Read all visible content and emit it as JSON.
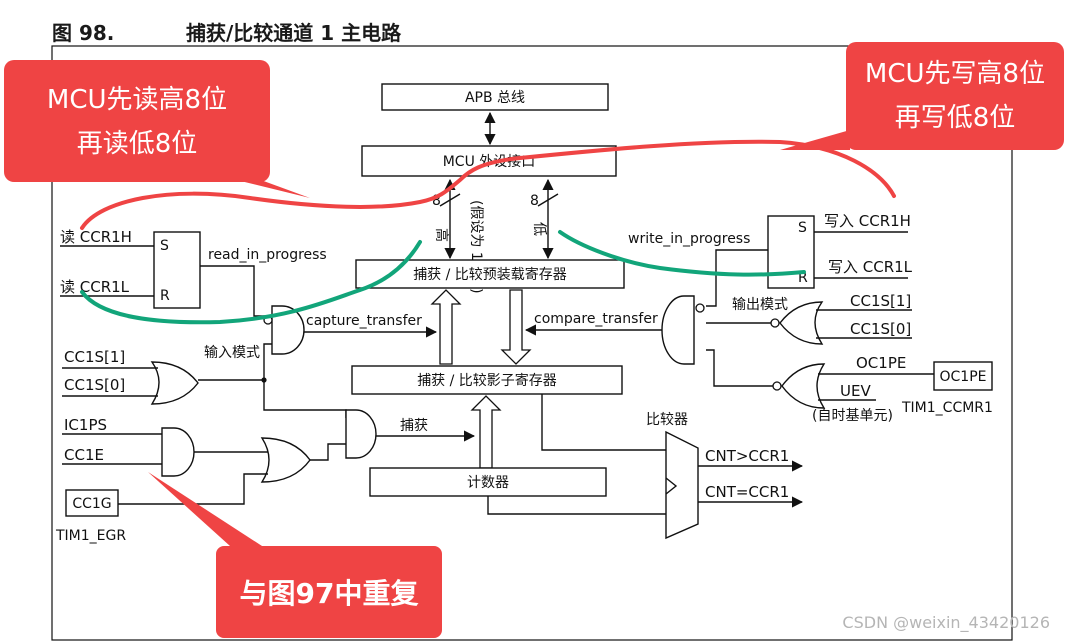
{
  "figure": {
    "number": "图 98.",
    "title": "捕获/比较通道 1 主电路"
  },
  "blocks": {
    "apb": "APB 总线",
    "mcu_if": "MCU 外设接口",
    "preload": "捕获 / 比较预装载寄存器",
    "shadow": "捕获 / 比较影子寄存器",
    "counter": "计数器",
    "oc1pe": "OC1PE"
  },
  "bus_labels": {
    "eight": "8",
    "high": "高",
    "assume16": "(假设为 16 位)",
    "low": "低"
  },
  "signals": {
    "read_ccr1h": "读 CCR1H",
    "read_ccr1l": "读 CCR1L",
    "s": "S",
    "r": "R",
    "read_in_progress": "read_in_progress",
    "capture_transfer": "capture_transfer",
    "cc1s1": "CC1S[1]",
    "cc1s0": "CC1S[0]",
    "input_mode": "输入模式",
    "ic1ps": "IC1PS",
    "cc1e": "CC1E",
    "cc1g": "CC1G",
    "tim1_egr": "TIM1_EGR",
    "capture": "捕获",
    "write_ccr1h": "写入 CCR1H",
    "write_ccr1l": "写入 CCR1L",
    "write_in_progress": "write_in_progress",
    "compare_transfer": "compare_transfer",
    "output_mode": "输出模式",
    "oc1pe_lbl": "OC1PE",
    "uev": "UEV",
    "timebase": "(自时基单元)",
    "tim1_ccmr1": "TIM1_CCMR1",
    "comparator": "比较器",
    "cnt_gt": "CNT>CCR1",
    "cnt_eq": "CNT=CCR1"
  },
  "callouts": {
    "read_note_1": "MCU先读高8位",
    "read_note_2": "再读低8位",
    "write_note_1": "MCU先写高8位",
    "write_note_2": "再写低8位",
    "repeat_note": "与图97中重复"
  },
  "watermark": "CSDN @weixin_43420126",
  "colors": {
    "callout_red": "#ef4444",
    "scribble_red": "#ef4444",
    "scribble_green": "#12a57a",
    "line": "#111111"
  }
}
